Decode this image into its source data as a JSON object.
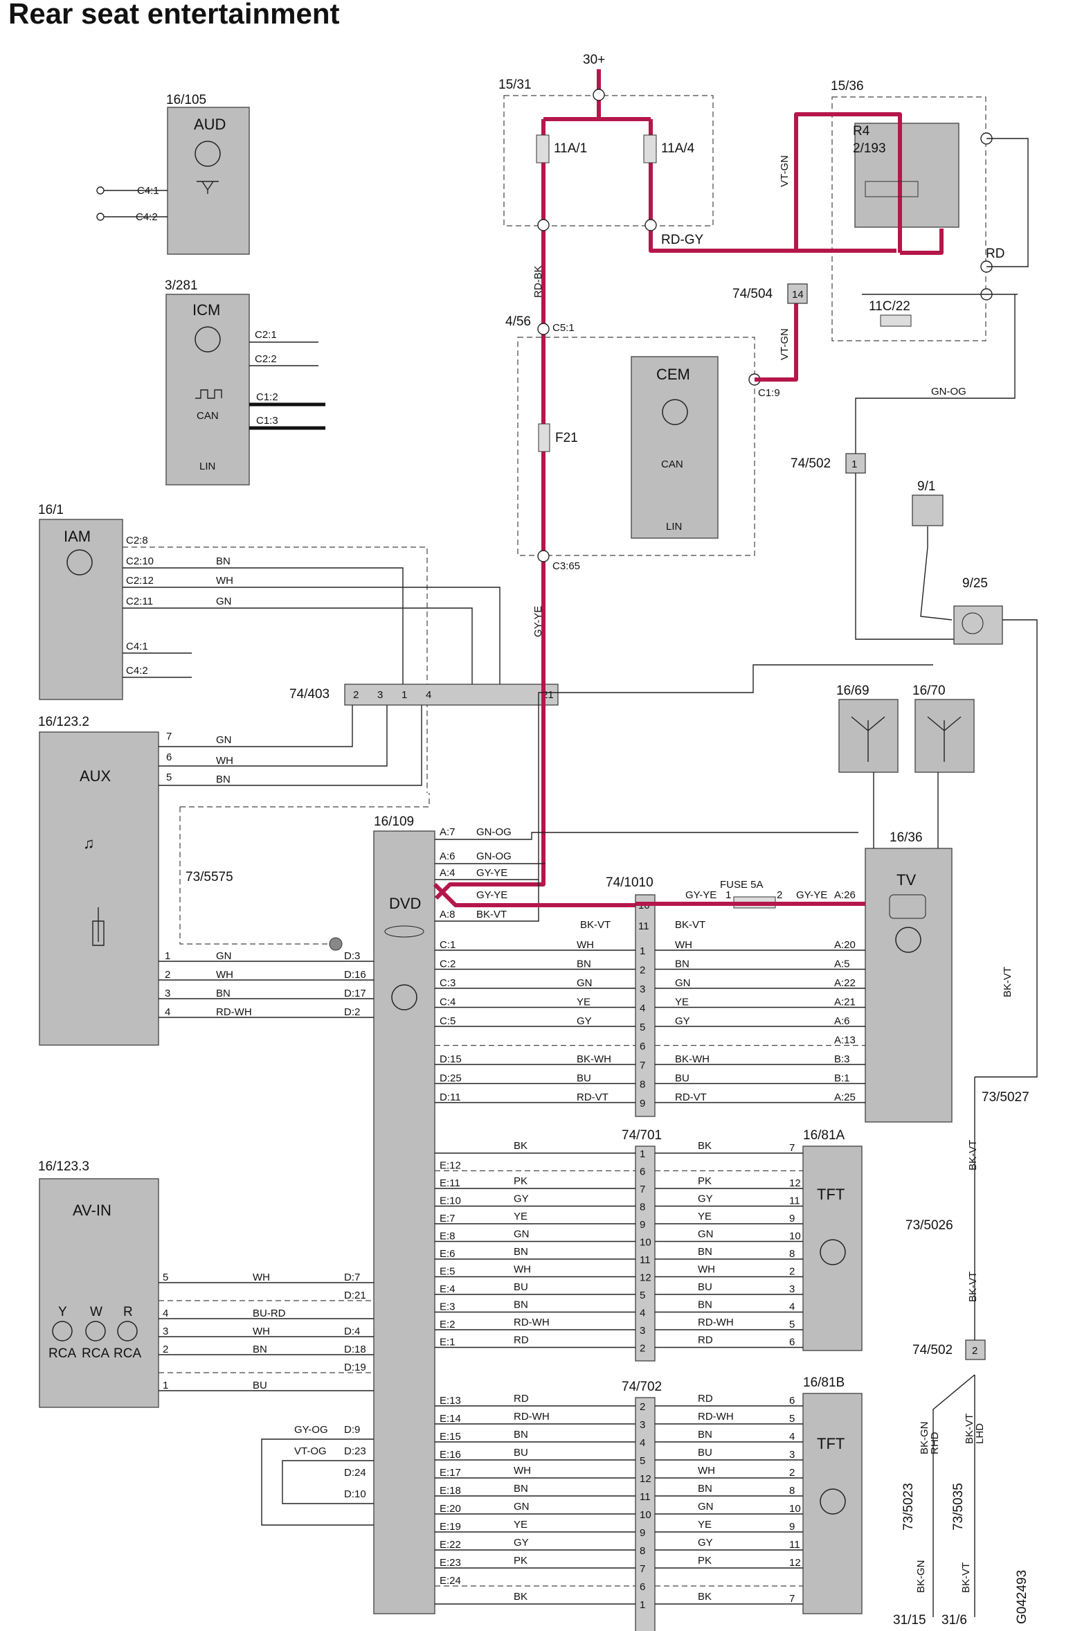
{
  "title": "Rear seat entertainment",
  "figure_id": "G042493",
  "modules": {
    "aud": {
      "ref": "16/105",
      "name": "AUD",
      "pins": [
        "C4:1",
        "C4:2"
      ]
    },
    "icm": {
      "ref": "3/281",
      "name": "ICM",
      "pins": [
        "C2:1",
        "C2:2",
        "C1:2",
        "C1:3"
      ],
      "can": "CAN",
      "lin": "LIN"
    },
    "iam": {
      "ref": "16/1",
      "name": "IAM",
      "pins": [
        "C2:8",
        "C2:10",
        "C2:12",
        "C2:11",
        "C4:1",
        "C4:2"
      ],
      "wires": [
        "BN",
        "WH",
        "GN"
      ]
    },
    "aux": {
      "ref": "16/123.2",
      "name": "AUX",
      "top_pins": [
        "7",
        "6",
        "5"
      ],
      "top_wires": [
        "GN",
        "WH",
        "BN"
      ],
      "bot_pins": [
        "1",
        "2",
        "3",
        "4"
      ],
      "bot_wires": [
        "GN",
        "WH",
        "BN",
        "RD-WH"
      ]
    },
    "avin": {
      "ref": "16/123.3",
      "name": "AV-IN",
      "jacks": [
        "Y",
        "W",
        "R"
      ],
      "jack_type": "RCA",
      "pins": [
        "5",
        "4",
        "3",
        "2",
        "1"
      ],
      "wires": [
        "WH",
        "BU-RD",
        "WH",
        "BN",
        "BU"
      ]
    },
    "cem": {
      "ref": "4/56",
      "name": "CEM",
      "pins": [
        "C5:1",
        "C1:9",
        "C3:65"
      ],
      "fuse": "F21",
      "can": "CAN",
      "lin": "LIN"
    },
    "dvd": {
      "ref": "16/109",
      "name": "DVD"
    },
    "tv": {
      "ref": "16/36",
      "name": "TV"
    },
    "tft_a": {
      "ref": "16/81A",
      "name": "TFT"
    },
    "tft_b": {
      "ref": "16/81B",
      "name": "TFT"
    },
    "ant1": {
      "ref": "16/69"
    },
    "ant2": {
      "ref": "16/70"
    },
    "relay_box": {
      "ref": "15/36",
      "relay": "R4",
      "relay_ref": "2/193",
      "fuse": "11C/22"
    },
    "fuse_box": {
      "ref": "15/31",
      "supply": "30+",
      "fuses": [
        "11A/1",
        "11A/4"
      ]
    },
    "amp_91": {
      "ref": "9/1"
    },
    "unit_925": {
      "ref": "9/25"
    }
  },
  "connectors": {
    "c74_403": {
      "ref": "74/403",
      "pins": [
        "2",
        "3",
        "1",
        "4",
        "21"
      ]
    },
    "c74_504": {
      "ref": "74/504",
      "pin": "14"
    },
    "c74_502a": {
      "ref": "74/502",
      "pin": "1"
    },
    "c74_502b": {
      "ref": "74/502",
      "pin": "2"
    },
    "c74_1010": {
      "ref": "74/1010",
      "pins": [
        "10",
        "11",
        "1",
        "2",
        "3",
        "4",
        "5",
        "6",
        "7",
        "8",
        "9"
      ]
    },
    "c74_701": {
      "ref": "74/701",
      "pins": [
        "1",
        "6",
        "7",
        "8",
        "9",
        "10",
        "11",
        "12",
        "5",
        "4",
        "3",
        "2"
      ]
    },
    "c74_702": {
      "ref": "74/702",
      "pins": [
        "2",
        "3",
        "4",
        "5",
        "12",
        "11",
        "10",
        "9",
        "8",
        "7",
        "6",
        "1"
      ]
    },
    "fuse5a": {
      "label": "FUSE 5A"
    }
  },
  "ground_points": [
    "73/5575",
    "73/5027",
    "73/5026",
    "73/5023",
    "73/5035",
    "31/15",
    "31/6"
  ],
  "wire_colors": {
    "rd_bk": "RD-BK",
    "rd_gy": "RD-GY",
    "vt_gn": "VT-GN",
    "rd": "RD",
    "gn_og": "GN-OG",
    "gy_ye": "GY-YE",
    "bk_vt": "BK-VT",
    "bk_gn": "BK-GN",
    "rhd": "RHD",
    "lhd": "LHD"
  },
  "dvd_pins_a": [
    {
      "pin": "A:7",
      "wire": "GN-OG"
    },
    {
      "pin": "A:6",
      "wire": "GN-OG"
    },
    {
      "pin": "A:4",
      "wire": "GY-YE"
    },
    {
      "pin": "",
      "wire": "GY-YE"
    },
    {
      "pin": "A:8",
      "wire": "BK-VT"
    }
  ],
  "tv_bus": [
    {
      "dvd": "C:1",
      "w1": "WH",
      "pin": "1",
      "w2": "WH",
      "tv": "A:20"
    },
    {
      "dvd": "C:2",
      "w1": "BN",
      "pin": "2",
      "w2": "BN",
      "tv": "A:5"
    },
    {
      "dvd": "C:3",
      "w1": "GN",
      "pin": "3",
      "w2": "GN",
      "tv": "A:22"
    },
    {
      "dvd": "C:4",
      "w1": "YE",
      "pin": "4",
      "w2": "YE",
      "tv": "A:21"
    },
    {
      "dvd": "C:5",
      "w1": "GY",
      "pin": "5",
      "w2": "GY",
      "tv": "A:6"
    },
    {
      "dvd": "",
      "w1": "",
      "pin": "6",
      "w2": "",
      "tv": "A:13"
    },
    {
      "dvd": "D:15",
      "w1": "BK-WH",
      "pin": "7",
      "w2": "BK-WH",
      "tv": "B:3"
    },
    {
      "dvd": "D:25",
      "w1": "BU",
      "pin": "8",
      "w2": "BU",
      "tv": "B:1"
    },
    {
      "dvd": "D:11",
      "w1": "RD-VT",
      "pin": "9",
      "w2": "RD-VT",
      "tv": "A:25"
    }
  ],
  "tv_top": {
    "pin10": "10",
    "gyye1": "GY-YE",
    "fuse_in": "1",
    "fuse_out": "2",
    "gyye2": "GY-YE",
    "a26": "A:26",
    "pin11": "11",
    "bkvt1": "BK-VT",
    "bkvt2": "BK-VT"
  },
  "aux_dvd": [
    {
      "aux": "1",
      "wire": "GN",
      "dvd": "D:3"
    },
    {
      "aux": "2",
      "wire": "WH",
      "dvd": "D:16"
    },
    {
      "aux": "3",
      "wire": "BN",
      "dvd": "D:17"
    },
    {
      "aux": "4",
      "wire": "RD-WH",
      "dvd": "D:2"
    }
  ],
  "avin_dvd": [
    {
      "avin": "5",
      "wire": "WH",
      "dvd": "D:7"
    },
    {
      "avin": "",
      "wire": "",
      "dvd": "D:21"
    },
    {
      "avin": "4",
      "wire": "BU-RD",
      "dvd": ""
    },
    {
      "avin": "3",
      "wire": "WH",
      "dvd": "D:4"
    },
    {
      "avin": "2",
      "wire": "BN",
      "dvd": "D:18"
    },
    {
      "avin": "",
      "wire": "",
      "dvd": "D:19"
    },
    {
      "avin": "1",
      "wire": "BU",
      "dvd": ""
    }
  ],
  "dvd_loop": [
    {
      "pin": "D:9",
      "wire": "GY-OG"
    },
    {
      "pin": "D:23",
      "wire": "VT-OG"
    },
    {
      "pin": "D:24",
      "wire": ""
    },
    {
      "pin": "D:10",
      "wire": ""
    }
  ],
  "tfta_rows": [
    {
      "dvd": "",
      "w1": "BK",
      "pin": "1",
      "w2": "BK",
      "tft": "7"
    },
    {
      "dvd": "E:12",
      "w1": "",
      "pin": "6",
      "w2": "",
      "tft": ""
    },
    {
      "dvd": "E:11",
      "w1": "PK",
      "pin": "7",
      "w2": "PK",
      "tft": "12"
    },
    {
      "dvd": "E:10",
      "w1": "GY",
      "pin": "8",
      "w2": "GY",
      "tft": "11"
    },
    {
      "dvd": "E:7",
      "w1": "YE",
      "pin": "9",
      "w2": "YE",
      "tft": "9"
    },
    {
      "dvd": "E:8",
      "w1": "GN",
      "pin": "10",
      "w2": "GN",
      "tft": "10"
    },
    {
      "dvd": "E:6",
      "w1": "BN",
      "pin": "11",
      "w2": "BN",
      "tft": "8"
    },
    {
      "dvd": "E:5",
      "w1": "WH",
      "pin": "12",
      "w2": "WH",
      "tft": "2"
    },
    {
      "dvd": "E:4",
      "w1": "BU",
      "pin": "5",
      "w2": "BU",
      "tft": "3"
    },
    {
      "dvd": "E:3",
      "w1": "BN",
      "pin": "4",
      "w2": "BN",
      "tft": "4"
    },
    {
      "dvd": "E:2",
      "w1": "RD-WH",
      "pin": "3",
      "w2": "RD-WH",
      "tft": "5"
    },
    {
      "dvd": "E:1",
      "w1": "RD",
      "pin": "2",
      "w2": "RD",
      "tft": "6"
    }
  ],
  "tftb_rows": [
    {
      "dvd": "E:13",
      "w1": "RD",
      "pin": "2",
      "w2": "RD",
      "tft": "6"
    },
    {
      "dvd": "E:14",
      "w1": "RD-WH",
      "pin": "3",
      "w2": "RD-WH",
      "tft": "5"
    },
    {
      "dvd": "E:15",
      "w1": "BN",
      "pin": "4",
      "w2": "BN",
      "tft": "4"
    },
    {
      "dvd": "E:16",
      "w1": "BU",
      "pin": "5",
      "w2": "BU",
      "tft": "3"
    },
    {
      "dvd": "E:17",
      "w1": "WH",
      "pin": "12",
      "w2": "WH",
      "tft": "2"
    },
    {
      "dvd": "E:18",
      "w1": "BN",
      "pin": "11",
      "w2": "BN",
      "tft": "8"
    },
    {
      "dvd": "E:20",
      "w1": "GN",
      "pin": "10",
      "w2": "GN",
      "tft": "10"
    },
    {
      "dvd": "E:19",
      "w1": "YE",
      "pin": "9",
      "w2": "YE",
      "tft": "9"
    },
    {
      "dvd": "E:22",
      "w1": "GY",
      "pin": "8",
      "w2": "GY",
      "tft": "11"
    },
    {
      "dvd": "E:23",
      "w1": "PK",
      "pin": "7",
      "w2": "PK",
      "tft": "12"
    },
    {
      "dvd": "E:24",
      "w1": "",
      "pin": "6",
      "w2": "",
      "tft": ""
    },
    {
      "dvd": "",
      "w1": "BK",
      "pin": "1",
      "w2": "BK",
      "tft": "7"
    }
  ],
  "colors": {
    "power_wire": "#b5174a",
    "module_fill": "#bdbdbd"
  }
}
